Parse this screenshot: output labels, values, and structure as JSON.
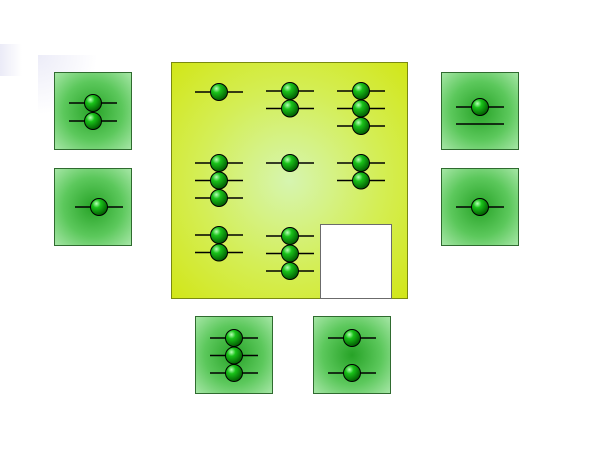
{
  "puzzle": {
    "board_cells": [
      {
        "row": 0,
        "col": 0,
        "beads": 1
      },
      {
        "row": 0,
        "col": 1,
        "beads": 2
      },
      {
        "row": 0,
        "col": 2,
        "beads": 3
      },
      {
        "row": 1,
        "col": 0,
        "beads": 3
      },
      {
        "row": 1,
        "col": 1,
        "beads": 1
      },
      {
        "row": 1,
        "col": 2,
        "beads": 2
      },
      {
        "row": 2,
        "col": 0,
        "beads": 2
      },
      {
        "row": 2,
        "col": 1,
        "beads": 3
      },
      {
        "row": 2,
        "col": 2,
        "beads": 0,
        "empty": true
      }
    ],
    "tray_tiles": [
      {
        "id": "left-top",
        "beads": 2
      },
      {
        "id": "left-bottom",
        "beads": 1
      },
      {
        "id": "right-top",
        "beads": 1,
        "extra_line": true
      },
      {
        "id": "right-bottom",
        "beads": 1
      },
      {
        "id": "bottom-left",
        "beads": 3
      },
      {
        "id": "bottom-right",
        "beads": 2,
        "spaced": true
      }
    ]
  },
  "colors": {
    "board_yellow": "#d2e618",
    "tile_green": "#27a327",
    "bead_green": "#0a9a0a",
    "line": "#000000"
  }
}
